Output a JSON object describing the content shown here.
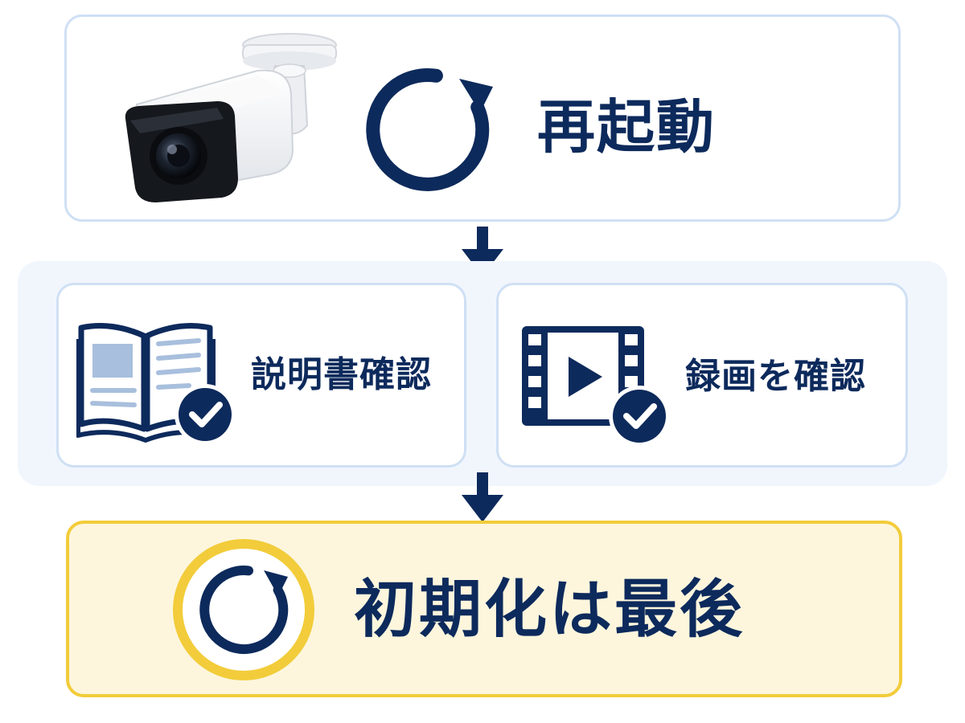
{
  "steps": {
    "restart": {
      "label": "再起動"
    },
    "manual": {
      "label": "説明書確認"
    },
    "recording": {
      "label": "録画を確認"
    },
    "reset": {
      "label": "初期化は最後"
    }
  },
  "icons": {
    "camera": "security-camera-icon",
    "restart": "refresh-icon",
    "manual": "open-book-check-icon",
    "recording": "video-film-check-icon",
    "reset": "refresh-circle-icon"
  },
  "colors": {
    "navy": "#0d2a5c",
    "card_border": "#cfe0f4",
    "band": "#f1f6fd",
    "reset_border": "#f2cc3a",
    "reset_fill": "#fdf6dd"
  }
}
